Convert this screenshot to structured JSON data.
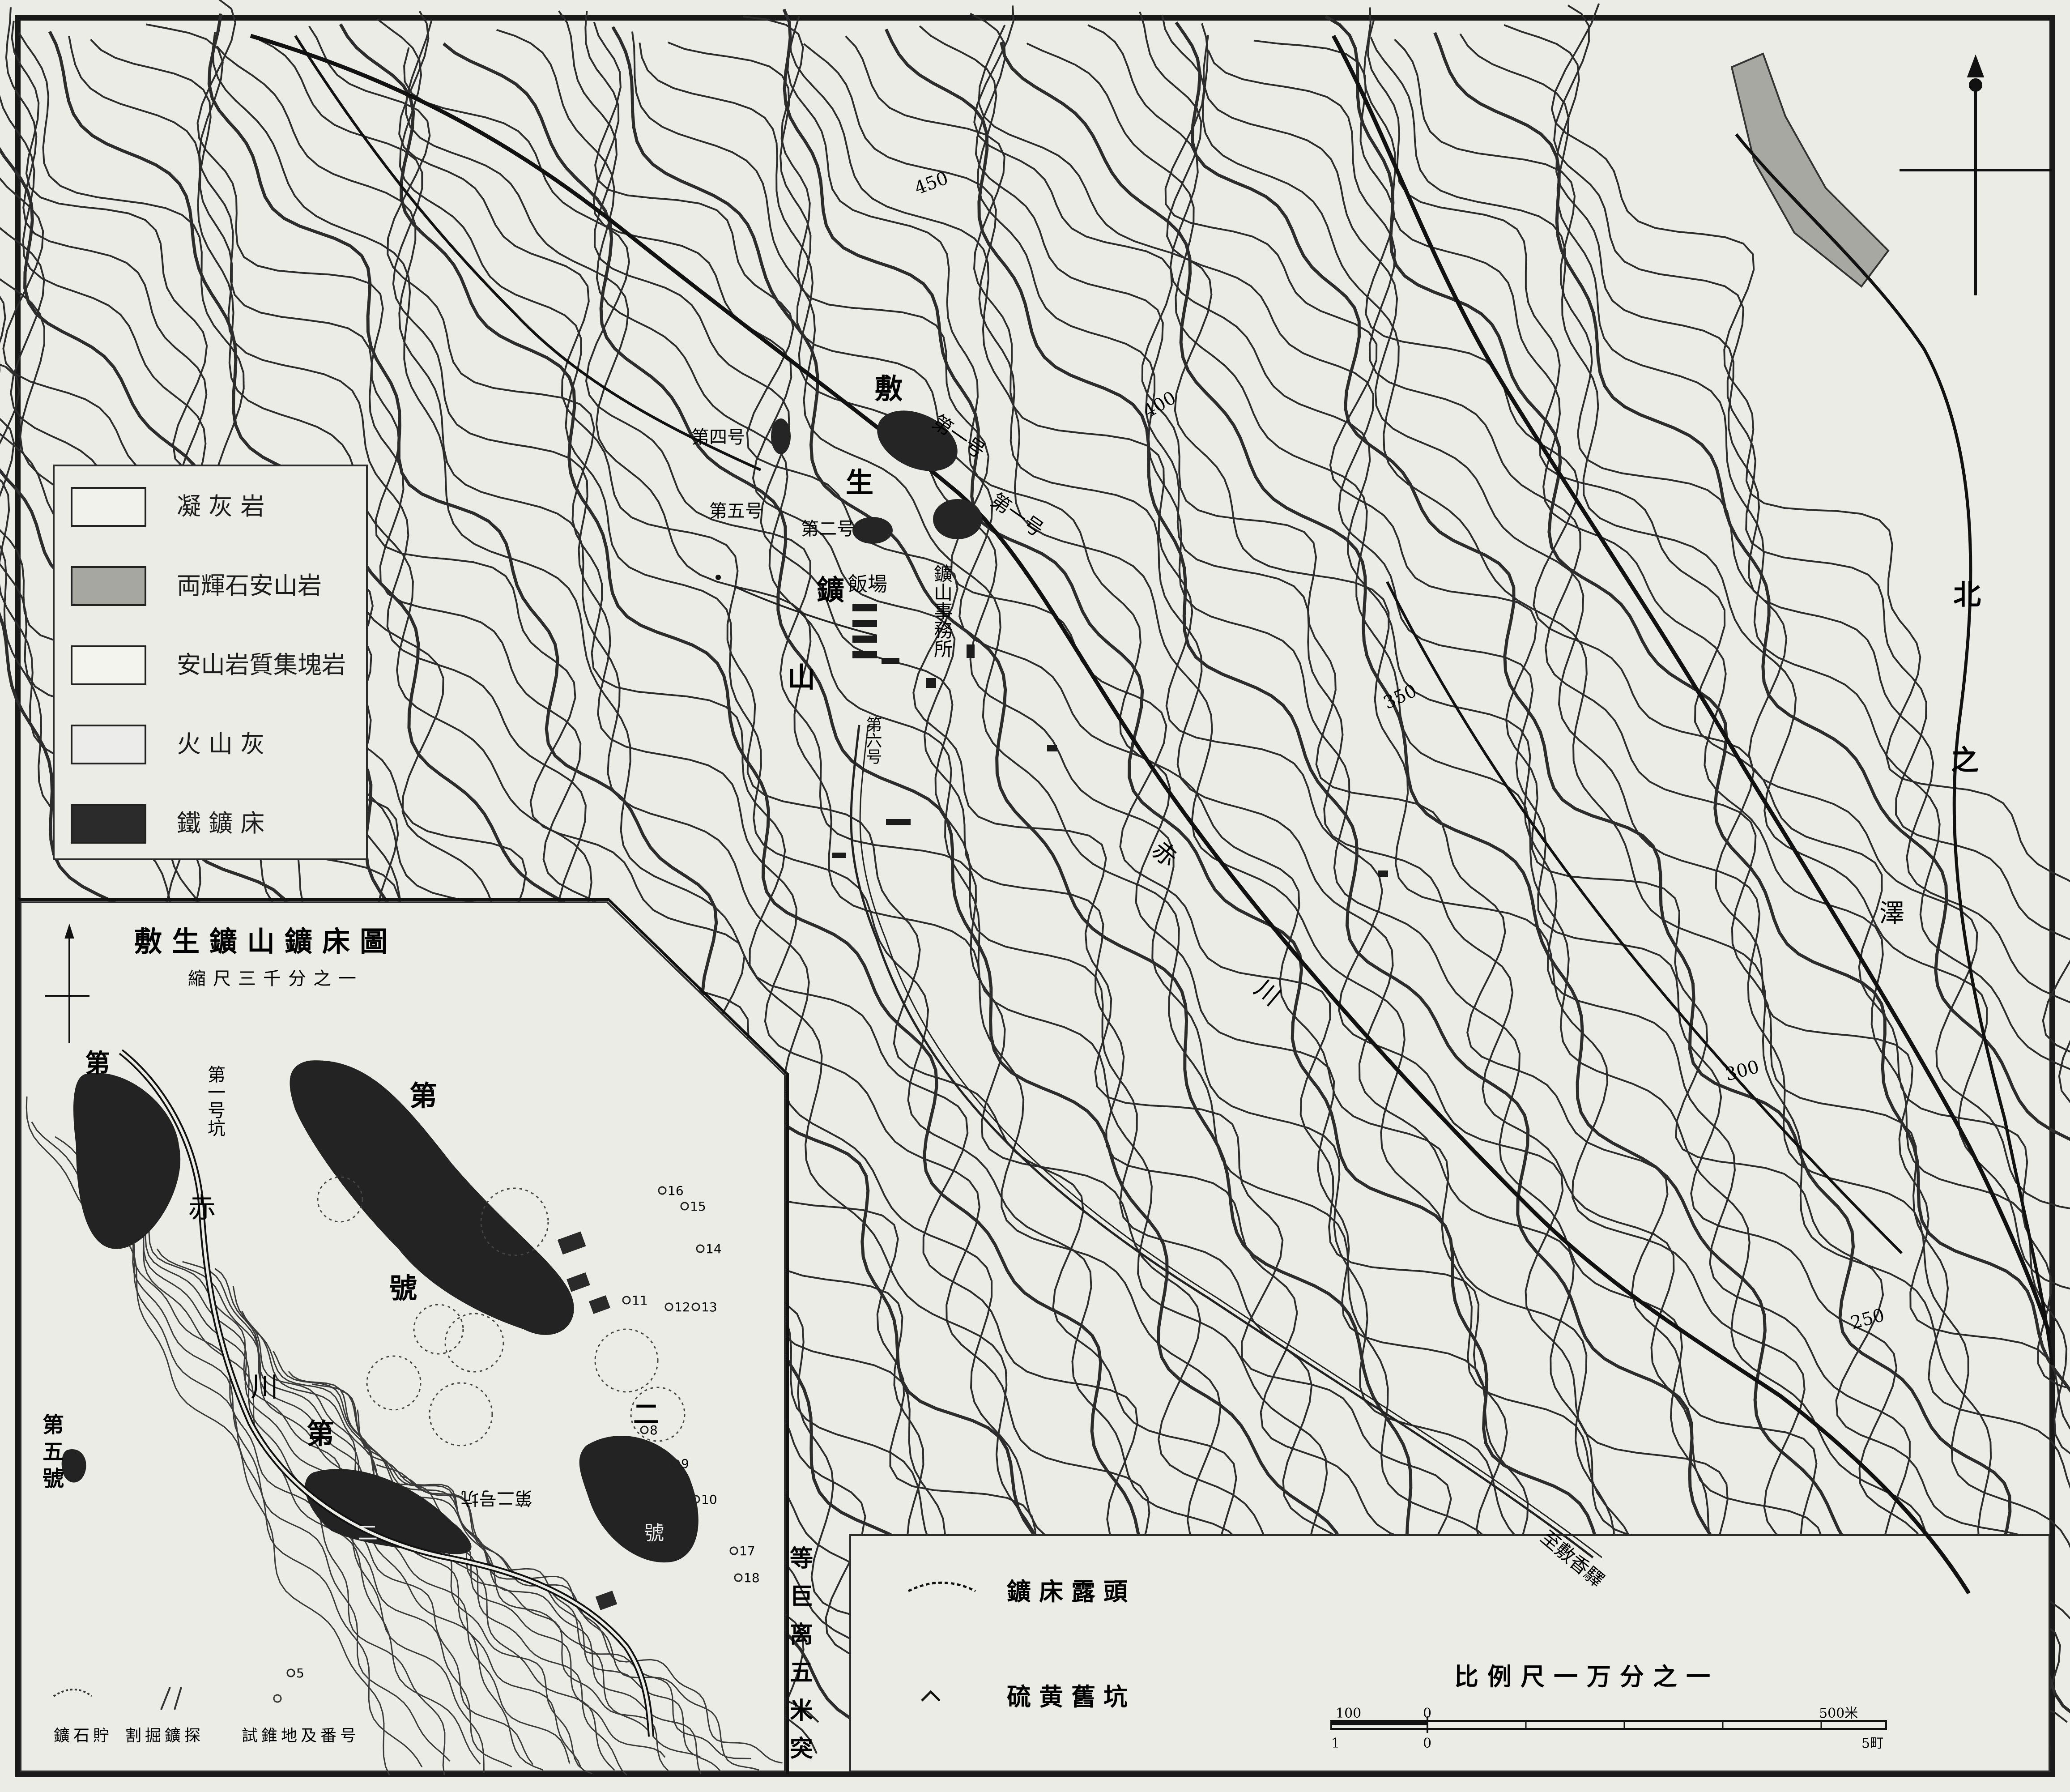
{
  "legend": {
    "items": [
      {
        "label": "凝 灰 岩",
        "fill": "#f2f2ec"
      },
      {
        "label": "両輝石安山岩",
        "fill": "#a7a7a2"
      },
      {
        "label": "安山岩質集塊岩",
        "fill": "#f4f4ee"
      },
      {
        "label": "火 山 灰",
        "fill": "#ececea"
      },
      {
        "label": "鐵 鑛 床",
        "fill": "#2b2b2b"
      }
    ]
  },
  "main_map": {
    "contours": [
      "450",
      "400",
      "350",
      "300",
      "250"
    ],
    "mine_name_chars": [
      "敷",
      "生",
      "鑛",
      "山"
    ],
    "bodies": [
      "第一号",
      "第一号",
      "第二号",
      "第四号",
      "第五号",
      "第六号"
    ],
    "office": "鑛山事務所",
    "lodging": "飯場",
    "station": "至敷香驛",
    "river_chars": [
      "赤",
      "川"
    ],
    "north_river_chars": [
      "北",
      "之",
      "澤"
    ],
    "elevation_note_chars": [
      "等",
      "巨",
      "离",
      "五",
      "米",
      "突"
    ],
    "symbol_key": [
      {
        "label": "鑛床露頭",
        "icon": "outcrop-icon"
      },
      {
        "label": "硫黄舊坑",
        "icon": "old-pit-icon"
      }
    ],
    "scale": {
      "title": "比例尺一万分之一",
      "top_labels": [
        "100",
        "0",
        "500米"
      ],
      "bottom_labels": [
        "1",
        "0",
        "5町"
      ]
    }
  },
  "inset": {
    "title": "敷生鑛山鑛床圖",
    "subtitle": "縮尺三千分之一",
    "labels": {
      "dai_chars": [
        "第",
        "二",
        "號"
      ],
      "dai_a": "第",
      "dai_b": "第",
      "dai_c": "第",
      "go": "號",
      "mid": "二",
      "pit1": "第一号坑",
      "pit2": "第二号坑",
      "river_chars": [
        "赤",
        "川"
      ],
      "dai_go": [
        "第",
        "五",
        "號"
      ],
      "b1": "二",
      "b2": "號"
    },
    "drill_points": [
      "16",
      "15",
      "14",
      "12",
      "13",
      "11",
      "8",
      "9",
      "10",
      "17",
      "18",
      "5"
    ],
    "footer": [
      {
        "label": "鑛石貯",
        "icon": "ore-store-icon"
      },
      {
        "label": "割掘鑛探",
        "icon": "trench-icon"
      },
      {
        "label": "試錐地及番号",
        "icon": "drill-site-icon"
      }
    ]
  }
}
